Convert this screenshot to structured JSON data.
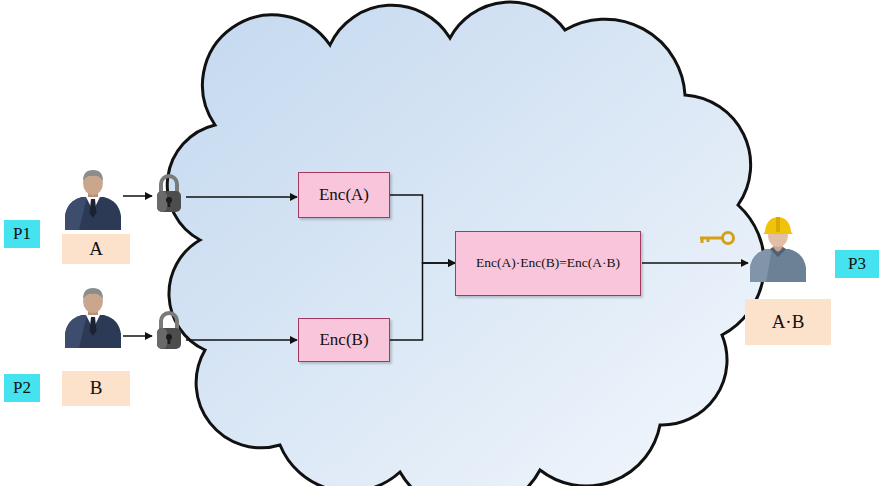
{
  "diagram": {
    "nodes": [
      {
        "text": [
          "P1"
        ]
      },
      {
        "text": [
          "A"
        ]
      },
      {
        "text": [
          "Enc(A)"
        ]
      },
      {
        "text": [
          "P2"
        ]
      },
      {
        "text": [
          "B"
        ]
      },
      {
        "text": [
          "Enc(B)"
        ]
      },
      {
        "text": [
          "Enc(A)·Enc(B)=Enc(A·B)"
        ]
      },
      {
        "text": [
          "P3"
        ]
      },
      {
        "text": [
          "A·B"
        ]
      }
    ],
    "edges": [
      {
        "from": 2,
        "to": 6,
        "arrow": "to"
      },
      {
        "from": 5,
        "to": 6,
        "arrow": "to"
      }
    ]
  }
}
